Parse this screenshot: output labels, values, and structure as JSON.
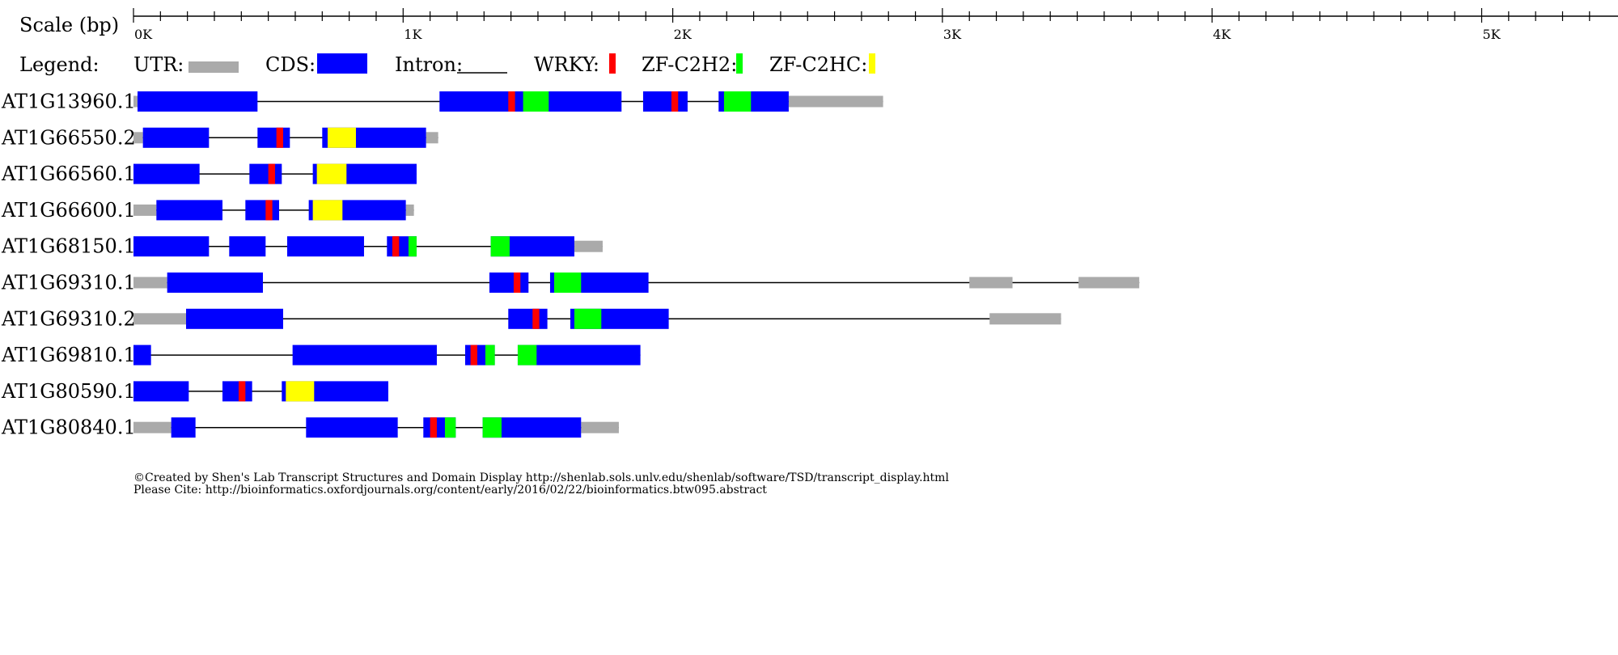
{
  "scale": {
    "label": "Scale (bp)",
    "max_bp": 6000,
    "major_step_bp": 1000,
    "minor_step_bp": 100,
    "tick_labels": [
      "0K",
      "1K",
      "2K",
      "3K",
      "4K",
      "5K"
    ]
  },
  "legend": {
    "title": "Legend:",
    "items": [
      {
        "label": "UTR:",
        "type": "utr"
      },
      {
        "label": "CDS:",
        "type": "cds"
      },
      {
        "label": "Intron:",
        "type": "intron"
      },
      {
        "label": "WRKY:",
        "type": "wrky"
      },
      {
        "label": "ZF-C2H2:",
        "type": "c2h2"
      },
      {
        "label": "ZF-C2HC:",
        "type": "c2hc"
      }
    ]
  },
  "colors": {
    "utr": "#aaaaaa",
    "cds": "#0000ff",
    "intron": "#000000",
    "wrky": "#ff0000",
    "c2h2": "#00ff00",
    "c2hc": "#ffff00"
  },
  "transcripts": [
    {
      "name": "AT1G13960.1",
      "start": 0,
      "end": 2780,
      "utr": [
        [
          0,
          15
        ],
        [
          2430,
          2780
        ]
      ],
      "cds": [
        [
          15,
          460
        ],
        [
          1135,
          1810
        ],
        [
          1890,
          2055
        ],
        [
          2170,
          2430
        ]
      ],
      "domains": [
        {
          "type": "wrky",
          "start": 1390,
          "end": 1415
        },
        {
          "type": "c2h2",
          "start": 1445,
          "end": 1540
        },
        {
          "type": "wrky",
          "start": 1995,
          "end": 2020
        },
        {
          "type": "c2h2",
          "start": 2190,
          "end": 2290
        }
      ]
    },
    {
      "name": "AT1G66550.2",
      "start": 0,
      "end": 1130,
      "utr": [
        [
          0,
          35
        ],
        [
          1085,
          1130
        ]
      ],
      "cds": [
        [
          35,
          280
        ],
        [
          460,
          580
        ],
        [
          700,
          1085
        ]
      ],
      "domains": [
        {
          "type": "wrky",
          "start": 530,
          "end": 555
        },
        {
          "type": "c2hc",
          "start": 720,
          "end": 825
        }
      ]
    },
    {
      "name": "AT1G66560.1",
      "start": 0,
      "end": 1050,
      "utr": [],
      "cds": [
        [
          0,
          245
        ],
        [
          430,
          550
        ],
        [
          665,
          1050
        ]
      ],
      "domains": [
        {
          "type": "wrky",
          "start": 500,
          "end": 525
        },
        {
          "type": "c2hc",
          "start": 680,
          "end": 790
        }
      ]
    },
    {
      "name": "AT1G66600.1",
      "start": 0,
      "end": 1040,
      "utr": [
        [
          0,
          85
        ],
        [
          1010,
          1040
        ]
      ],
      "cds": [
        [
          85,
          330
        ],
        [
          415,
          540
        ],
        [
          650,
          1010
        ]
      ],
      "domains": [
        {
          "type": "wrky",
          "start": 490,
          "end": 515
        },
        {
          "type": "c2hc",
          "start": 665,
          "end": 775
        }
      ]
    },
    {
      "name": "AT1G68150.1",
      "start": 0,
      "end": 1740,
      "utr": [
        [
          1635,
          1740
        ]
      ],
      "cds": [
        [
          0,
          280
        ],
        [
          355,
          490
        ],
        [
          570,
          855
        ],
        [
          940,
          1050
        ],
        [
          1325,
          1635
        ]
      ],
      "domains": [
        {
          "type": "wrky",
          "start": 960,
          "end": 985
        },
        {
          "type": "c2h2",
          "start": 1020,
          "end": 1050
        },
        {
          "type": "c2h2",
          "start": 1325,
          "end": 1395
        }
      ]
    },
    {
      "name": "AT1G69310.1",
      "start": 0,
      "end": 3730,
      "utr": [
        [
          0,
          125
        ],
        [
          3100,
          3260
        ],
        [
          3505,
          3730
        ]
      ],
      "cds": [
        [
          125,
          480
        ],
        [
          1320,
          1465
        ],
        [
          1545,
          1910
        ]
      ],
      "domains": [
        {
          "type": "wrky",
          "start": 1410,
          "end": 1435
        },
        {
          "type": "c2h2",
          "start": 1560,
          "end": 1660
        }
      ]
    },
    {
      "name": "AT1G69310.2",
      "start": 0,
      "end": 3440,
      "utr": [
        [
          0,
          195
        ],
        [
          3175,
          3440
        ]
      ],
      "cds": [
        [
          195,
          555
        ],
        [
          1390,
          1535
        ],
        [
          1620,
          1985
        ]
      ],
      "domains": [
        {
          "type": "wrky",
          "start": 1480,
          "end": 1505
        },
        {
          "type": "c2h2",
          "start": 1635,
          "end": 1735
        }
      ]
    },
    {
      "name": "AT1G69810.1",
      "start": 0,
      "end": 1880,
      "utr": [],
      "cds": [
        [
          0,
          65
        ],
        [
          590,
          1125
        ],
        [
          1230,
          1340
        ],
        [
          1425,
          1880
        ]
      ],
      "domains": [
        {
          "type": "wrky",
          "start": 1250,
          "end": 1275
        },
        {
          "type": "c2h2",
          "start": 1305,
          "end": 1340
        },
        {
          "type": "c2h2",
          "start": 1425,
          "end": 1495
        }
      ]
    },
    {
      "name": "AT1G80590.1",
      "start": 0,
      "end": 945,
      "utr": [],
      "cds": [
        [
          0,
          205
        ],
        [
          330,
          440
        ],
        [
          550,
          945
        ]
      ],
      "domains": [
        {
          "type": "wrky",
          "start": 390,
          "end": 415
        },
        {
          "type": "c2hc",
          "start": 565,
          "end": 670
        }
      ]
    },
    {
      "name": "AT1G80840.1",
      "start": 0,
      "end": 1800,
      "utr": [
        [
          0,
          140
        ],
        [
          1660,
          1800
        ]
      ],
      "cds": [
        [
          140,
          230
        ],
        [
          640,
          980
        ],
        [
          1075,
          1195
        ],
        [
          1295,
          1660
        ]
      ],
      "domains": [
        {
          "type": "wrky",
          "start": 1100,
          "end": 1125
        },
        {
          "type": "c2h2",
          "start": 1155,
          "end": 1195
        },
        {
          "type": "c2h2",
          "start": 1295,
          "end": 1365
        }
      ]
    }
  ],
  "footer": {
    "line1": "©Created by Shen's Lab Transcript Structures and Domain Display http://shenlab.sols.unlv.edu/shenlab/software/TSD/transcript_display.html",
    "line2": "Please Cite: http://bioinformatics.oxfordjournals.org/content/early/2016/02/22/bioinformatics.btw095.abstract"
  }
}
